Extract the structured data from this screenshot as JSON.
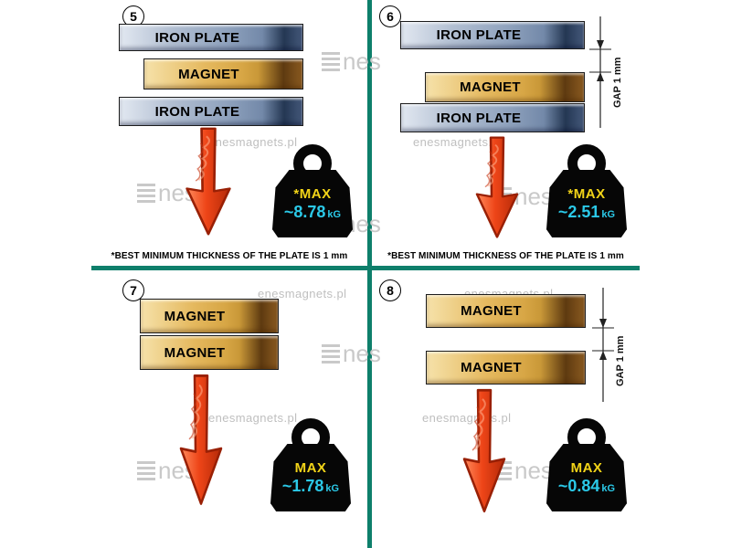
{
  "colors": {
    "divider": "#0e7f6b",
    "iron_plate": "#8fa2bd",
    "magnet": "#d7a645",
    "arrow": "#ee4518",
    "weight_body": "#060606",
    "max_label": "#f2d418",
    "value_text": "#2bc9e8"
  },
  "watermark": {
    "text": "enesmagnets.pl",
    "logo": "nes"
  },
  "panels": [
    {
      "number": "5",
      "layers": {
        "top": "IRON PLATE",
        "middle": "MAGNET",
        "bottom": "IRON PLATE"
      },
      "weight": {
        "label": "*MAX",
        "value": "~8.78",
        "unit": "kG"
      },
      "caption": {
        "text": "*BEST MINIMUM THICKNESS OF THE PLATE IS",
        "bold": "1 mm"
      }
    },
    {
      "number": "6",
      "layers": {
        "top": "IRON PLATE",
        "middle": "MAGNET",
        "bottom": "IRON PLATE"
      },
      "gap": {
        "label": "GAP 1 mm"
      },
      "weight": {
        "label": "*MAX",
        "value": "~2.51",
        "unit": "kG"
      },
      "caption": {
        "text": "*BEST MINIMUM THICKNESS OF THE PLATE IS",
        "bold": "1 mm"
      }
    },
    {
      "number": "7",
      "layers": {
        "top": "MAGNET",
        "bottom": "MAGNET"
      },
      "weight": {
        "label": "MAX",
        "value": "~1.78",
        "unit": "kG"
      }
    },
    {
      "number": "8",
      "layers": {
        "top": "MAGNET",
        "bottom": "MAGNET"
      },
      "gap": {
        "label": "GAP 1 mm"
      },
      "weight": {
        "label": "MAX",
        "value": "~0.84",
        "unit": "kG"
      }
    }
  ]
}
